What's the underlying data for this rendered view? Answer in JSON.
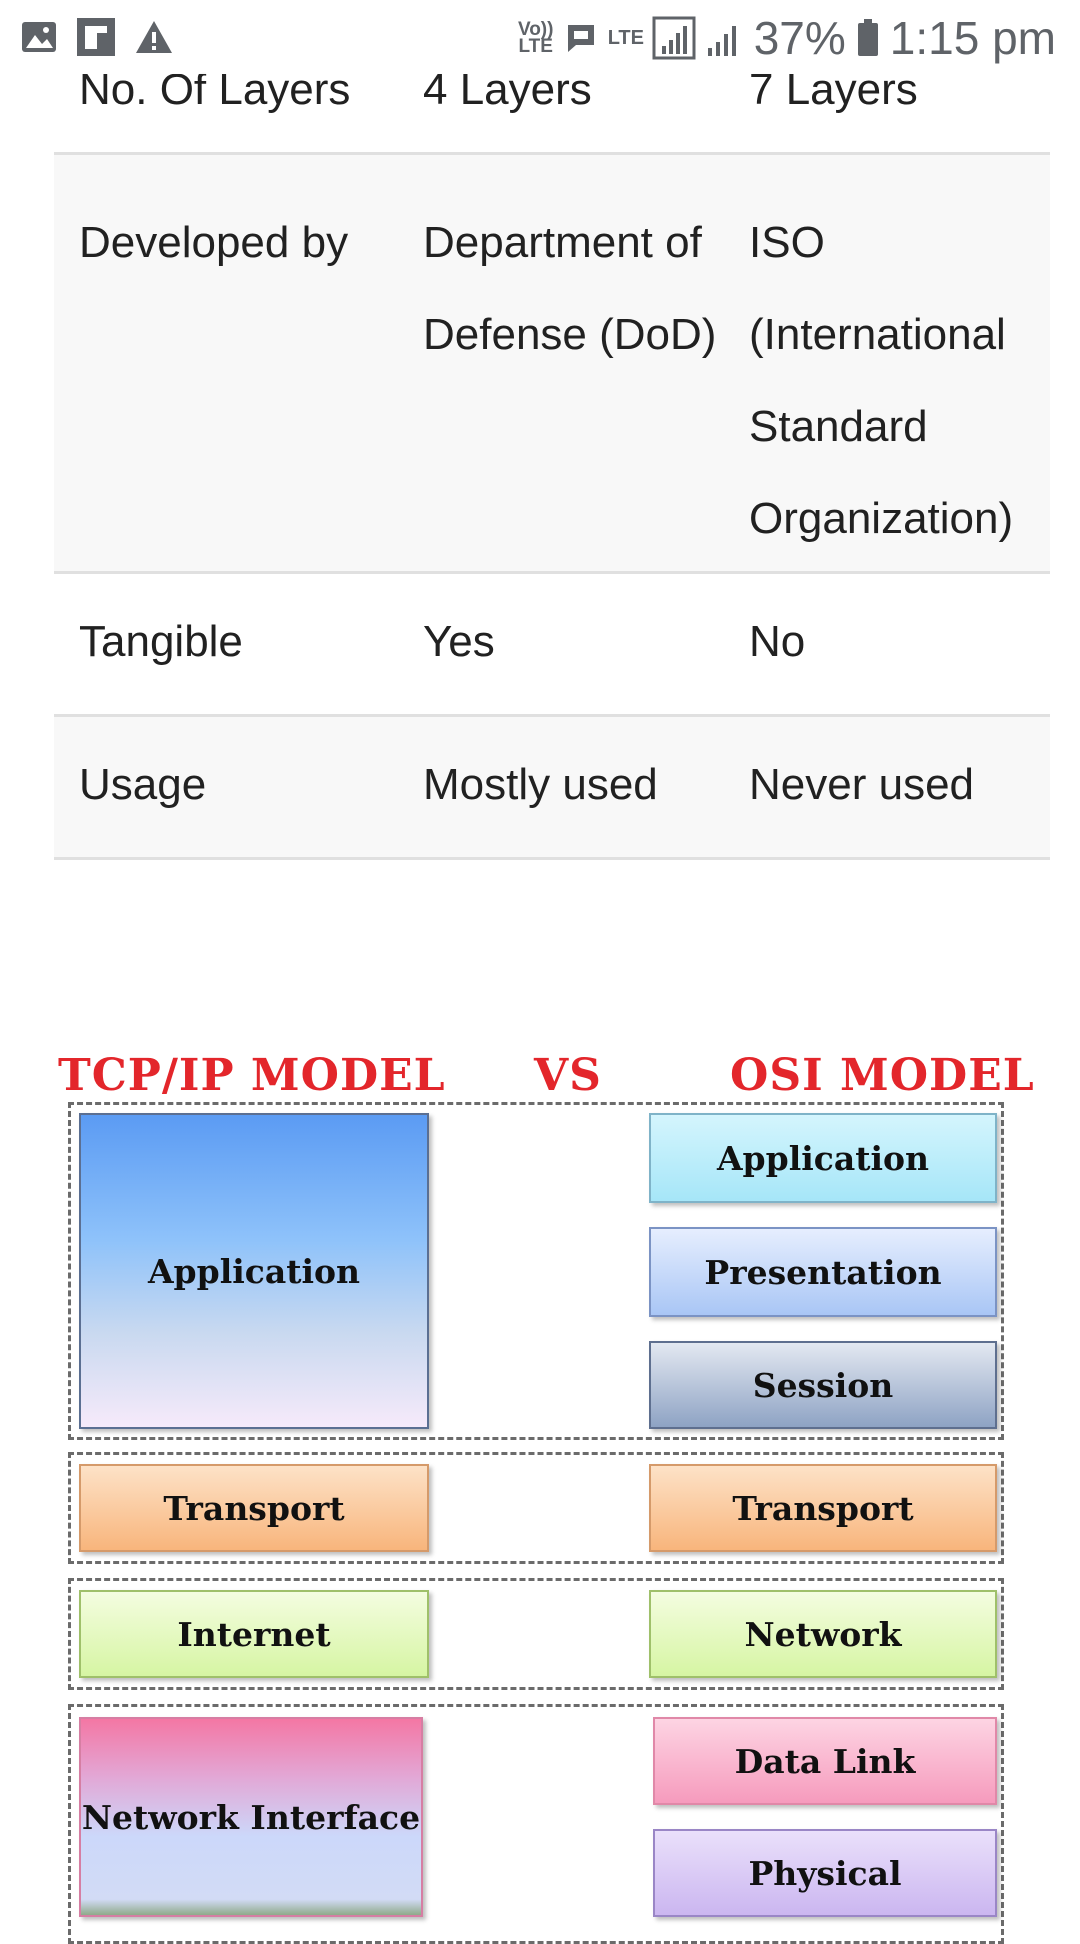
{
  "status_bar": {
    "left_icons": [
      "image-icon",
      "flipboard-icon",
      "warning-icon"
    ],
    "volte": "Vo)) LTE",
    "lte": "LTE",
    "battery_text": "37%",
    "time": "1:15 pm"
  },
  "table": {
    "rows": [
      {
        "label": "No. Of Layers",
        "tcp": "4 Layers",
        "osi": "7 Layers"
      },
      {
        "label": "Developed by",
        "tcp": "Department of Defense (DoD)",
        "osi": "ISO (International Standard Organization)"
      },
      {
        "label": "Tangible",
        "tcp": "Yes",
        "osi": "No"
      },
      {
        "label": "Usage",
        "tcp": "Mostly used",
        "osi": "Never used"
      }
    ]
  },
  "diagram": {
    "title_left": "TCP/IP MODEL",
    "title_vs": "VS",
    "title_right": "OSI MODEL",
    "tcp_layers": [
      "Application",
      "Transport",
      "Internet",
      "Network Interface"
    ],
    "osi_layers": [
      "Application",
      "Presentation",
      "Session",
      "Transport",
      "Network",
      "Data Link",
      "Physical"
    ]
  }
}
